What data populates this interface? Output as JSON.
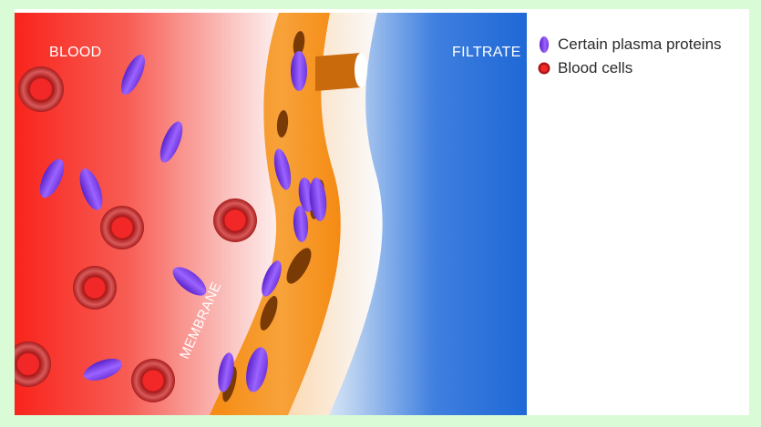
{
  "labels": {
    "blood": "BLOOD",
    "filtrate": "FILTRATE",
    "membrane": "MEMBRANE"
  },
  "legend": [
    {
      "label": "Certain plasma proteins",
      "icon": "purple-oval-icon",
      "color": "#8a4cf0"
    },
    {
      "label": "Blood cells",
      "icon": "red-circle-icon",
      "color": "#e22323"
    }
  ],
  "colors": {
    "blood": "#f8241c",
    "filtrate": "#1f68d6",
    "membrane": "#f58a12",
    "background": "#d9fbd6"
  }
}
